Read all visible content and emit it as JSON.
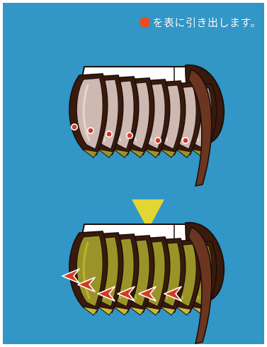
{
  "caption": {
    "marker_color": "#e84e1b",
    "text": "を表に引き出します。"
  },
  "colors": {
    "panel": "#3296c6",
    "ink": "#1a0f0a",
    "dark_brown": "#3a1a0c",
    "mid_brown": "#6b3520",
    "pale_blade": "#cdb8b2",
    "pale_blade_hi": "#eadfdc",
    "olive_blade": "#9a9428",
    "olive_blade_hi": "#c5bb3a",
    "yellow_arrow": "#e2d633",
    "red_marker": "#d23a22",
    "white": "#ffffff"
  },
  "icons": {
    "top_figure": "folded-fan-stack-with-dots",
    "down_arrow": "down-triangle-icon",
    "bottom_figure": "folded-fan-stack-with-left-arrows"
  }
}
